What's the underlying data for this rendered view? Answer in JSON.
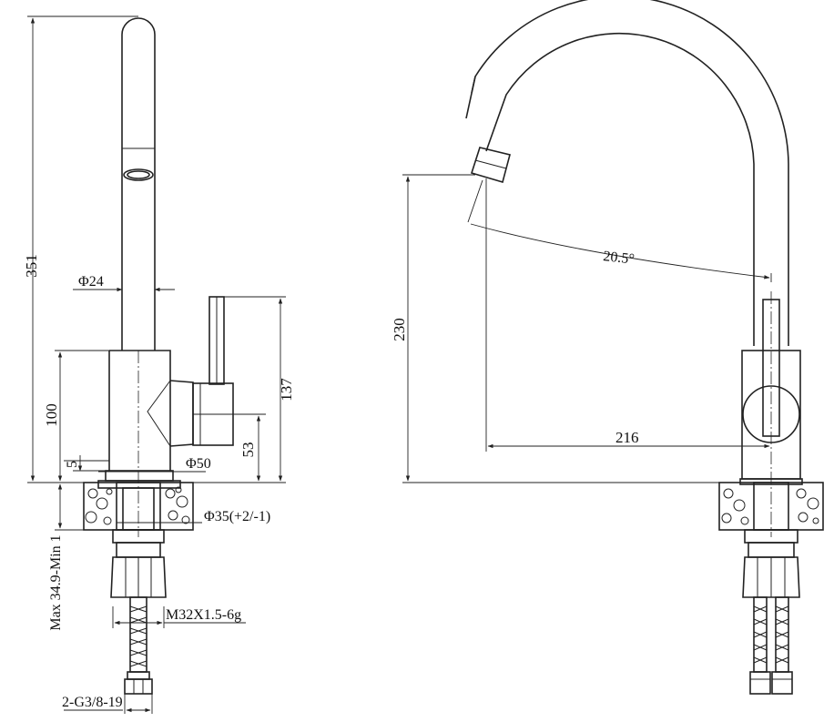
{
  "dimensions": {
    "total_height": "351",
    "spout_diameter": "Φ24",
    "body_height": "100",
    "handle_height": "137",
    "handle_center_height": "53",
    "base_offset": "5",
    "base_diameter": "Φ50",
    "hole_diameter": "Φ35(+2/-1)",
    "countertop_thickness": "Max  34.9-Min  1",
    "thread": "M32X1.5-6g",
    "hose": "2-G3/8-19",
    "spout_height": "230",
    "spout_angle": "20.5°",
    "spout_reach": "216"
  },
  "colors": {
    "line": "#222222",
    "background": "#ffffff"
  }
}
